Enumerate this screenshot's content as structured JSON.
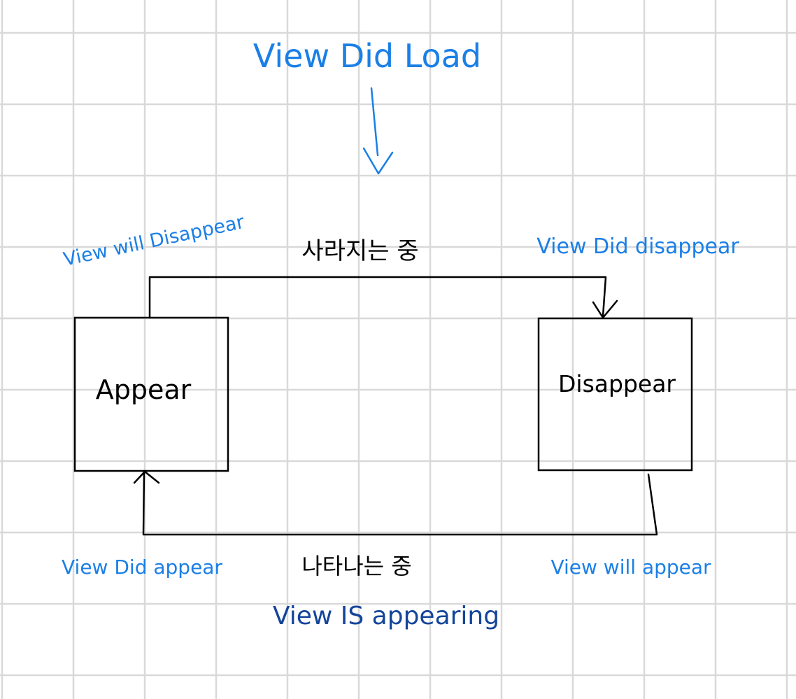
{
  "colors": {
    "grid": "#d9d9d9",
    "ink": "#000000",
    "blue": "#1a7fe6",
    "navy": "#14459a"
  },
  "diagram": {
    "top_label": "View Did Load",
    "nodes": {
      "appear": "Appear",
      "disappear": "Disappear"
    },
    "edges": {
      "disappearing": "사라지는 중",
      "appearing": "나타나는 중"
    },
    "labels": {
      "view_will_disappear": "View will Disappear",
      "view_did_disappear": "View Did disappear",
      "view_did_appear": "View Did appear",
      "view_will_appear": "View will appear",
      "view_is_appearing": "View IS appearing"
    }
  }
}
